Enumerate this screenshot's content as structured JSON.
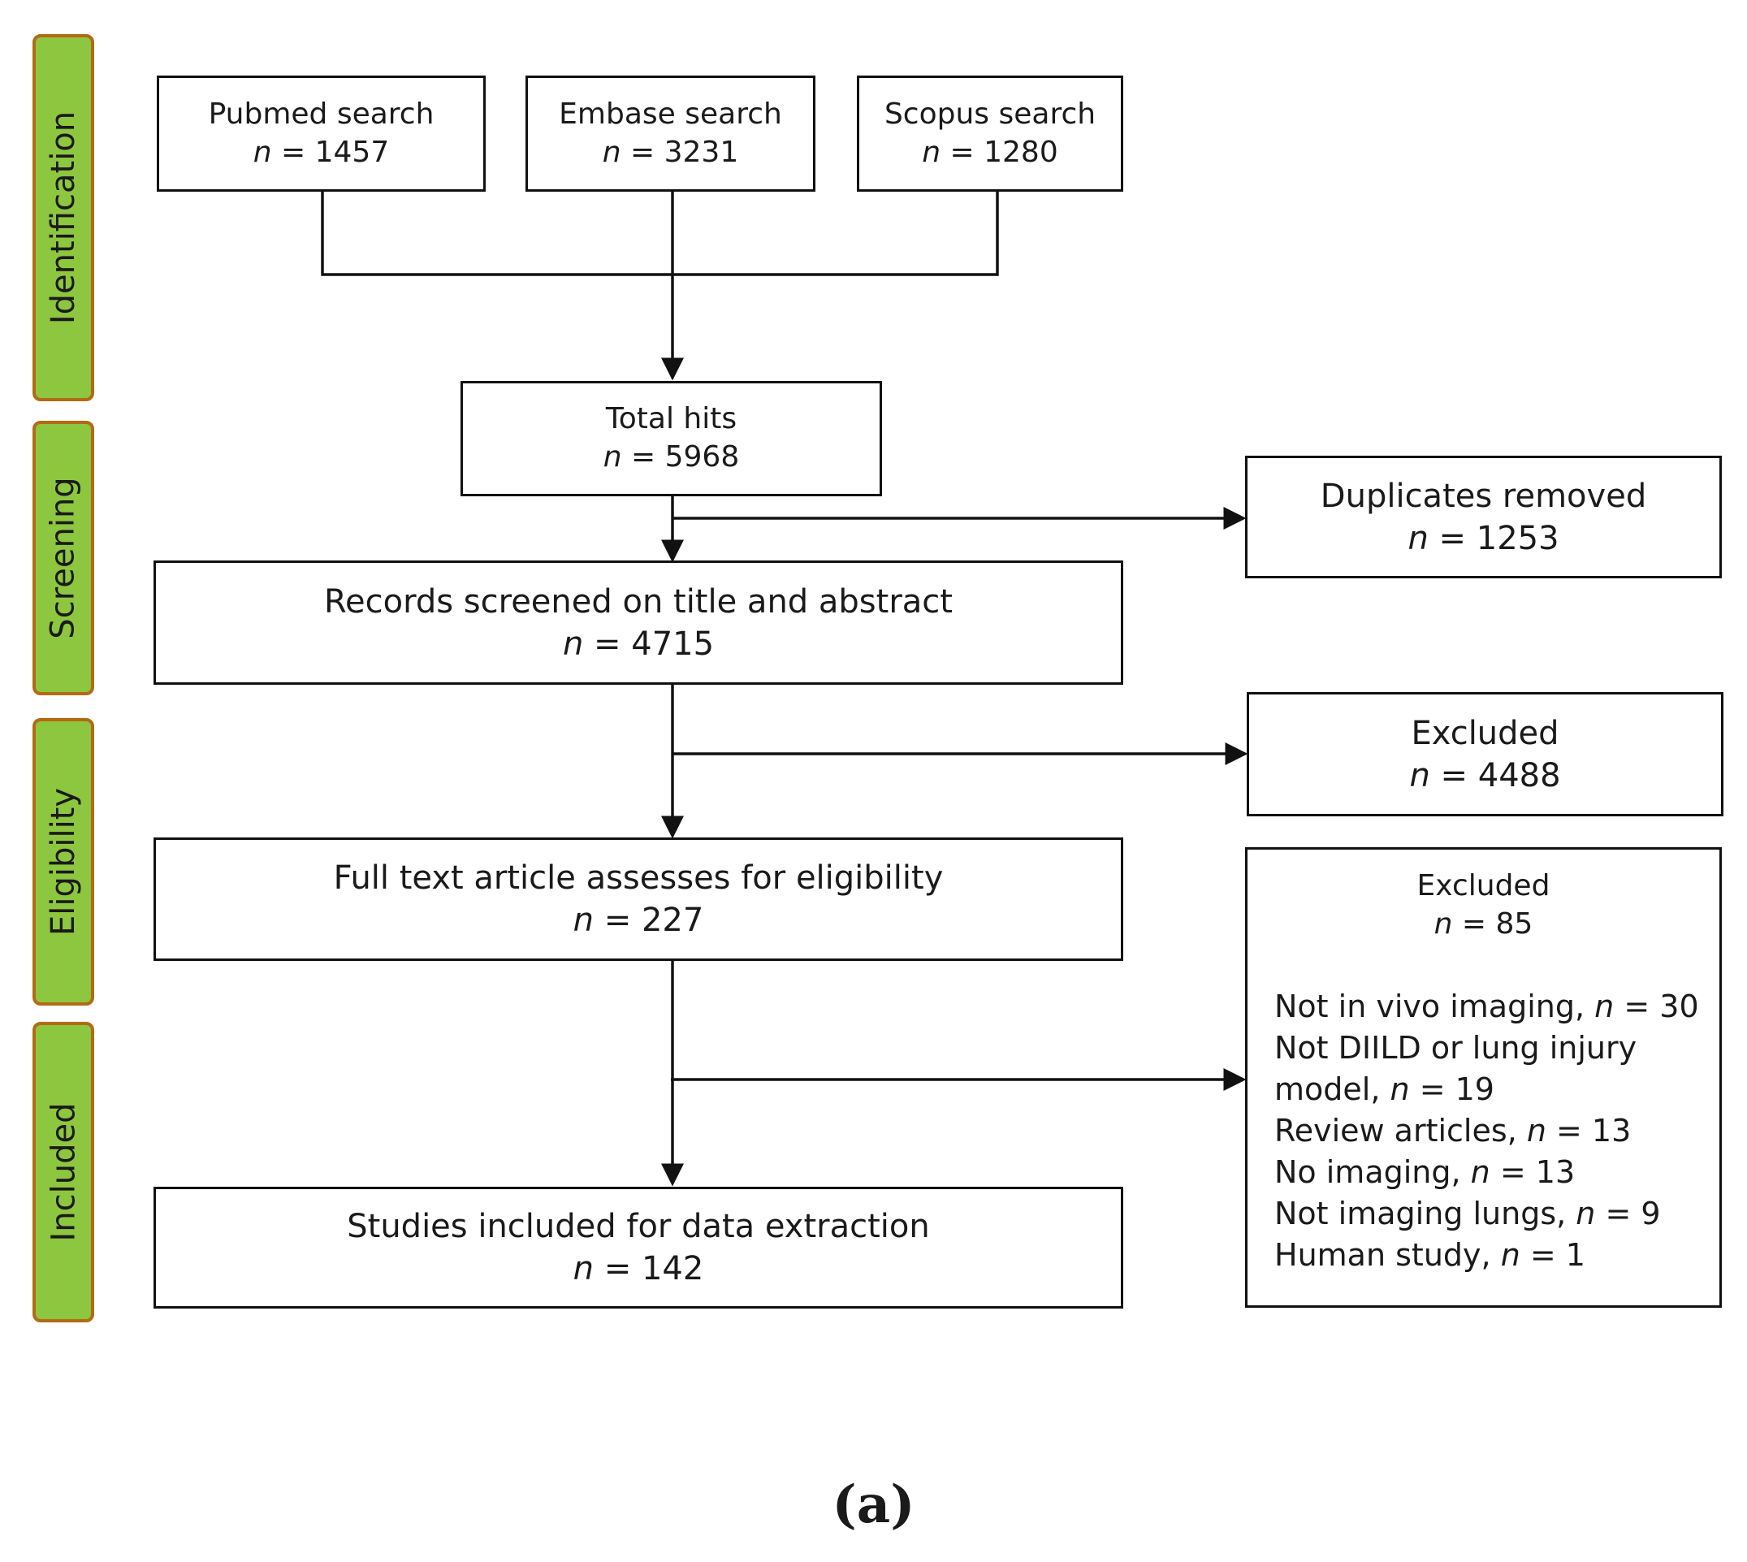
{
  "stages": [
    {
      "key": "identification",
      "label": "Identification"
    },
    {
      "key": "screening",
      "label": "Screening"
    },
    {
      "key": "eligibility",
      "label": "Eligibility"
    },
    {
      "key": "included",
      "label": "Included"
    }
  ],
  "n_prefix": "n",
  "boxes": {
    "pubmed": {
      "title": "Pubmed search",
      "count": "= 1457"
    },
    "embase": {
      "title": "Embase search",
      "count": "= 3231"
    },
    "scopus": {
      "title": "Scopus search",
      "count": "= 1280"
    },
    "total_hits": {
      "title": "Total hits",
      "count": "= 5968"
    },
    "duplicates_removed": {
      "title": "Duplicates removed",
      "count": "= 1253"
    },
    "records_screened": {
      "title": "Records screened on title and abstract",
      "count": "= 4715"
    },
    "excluded_screening": {
      "title": "Excluded",
      "count": "= 4488"
    },
    "full_text": {
      "title": "Full text article assesses for eligibility",
      "count": "= 227"
    },
    "excluded_eligibility": {
      "title": "Excluded",
      "count": "= 85"
    },
    "studies_included": {
      "title": "Studies included for data extraction",
      "count": "= 142"
    }
  },
  "exclusion_reasons": [
    {
      "label": "Not in vivo imaging,",
      "count": "= 30"
    },
    {
      "label": "Not DIILD or lung injury",
      "count": ""
    },
    {
      "label": "model,",
      "count": "= 19"
    },
    {
      "label": "Review articles,",
      "count": "= 13"
    },
    {
      "label": "No imaging,",
      "count": "= 13"
    },
    {
      "label": "Not imaging lungs,",
      "count": "= 9"
    },
    {
      "label": "Human study,",
      "count": "= 1"
    }
  ],
  "caption": "(a)"
}
